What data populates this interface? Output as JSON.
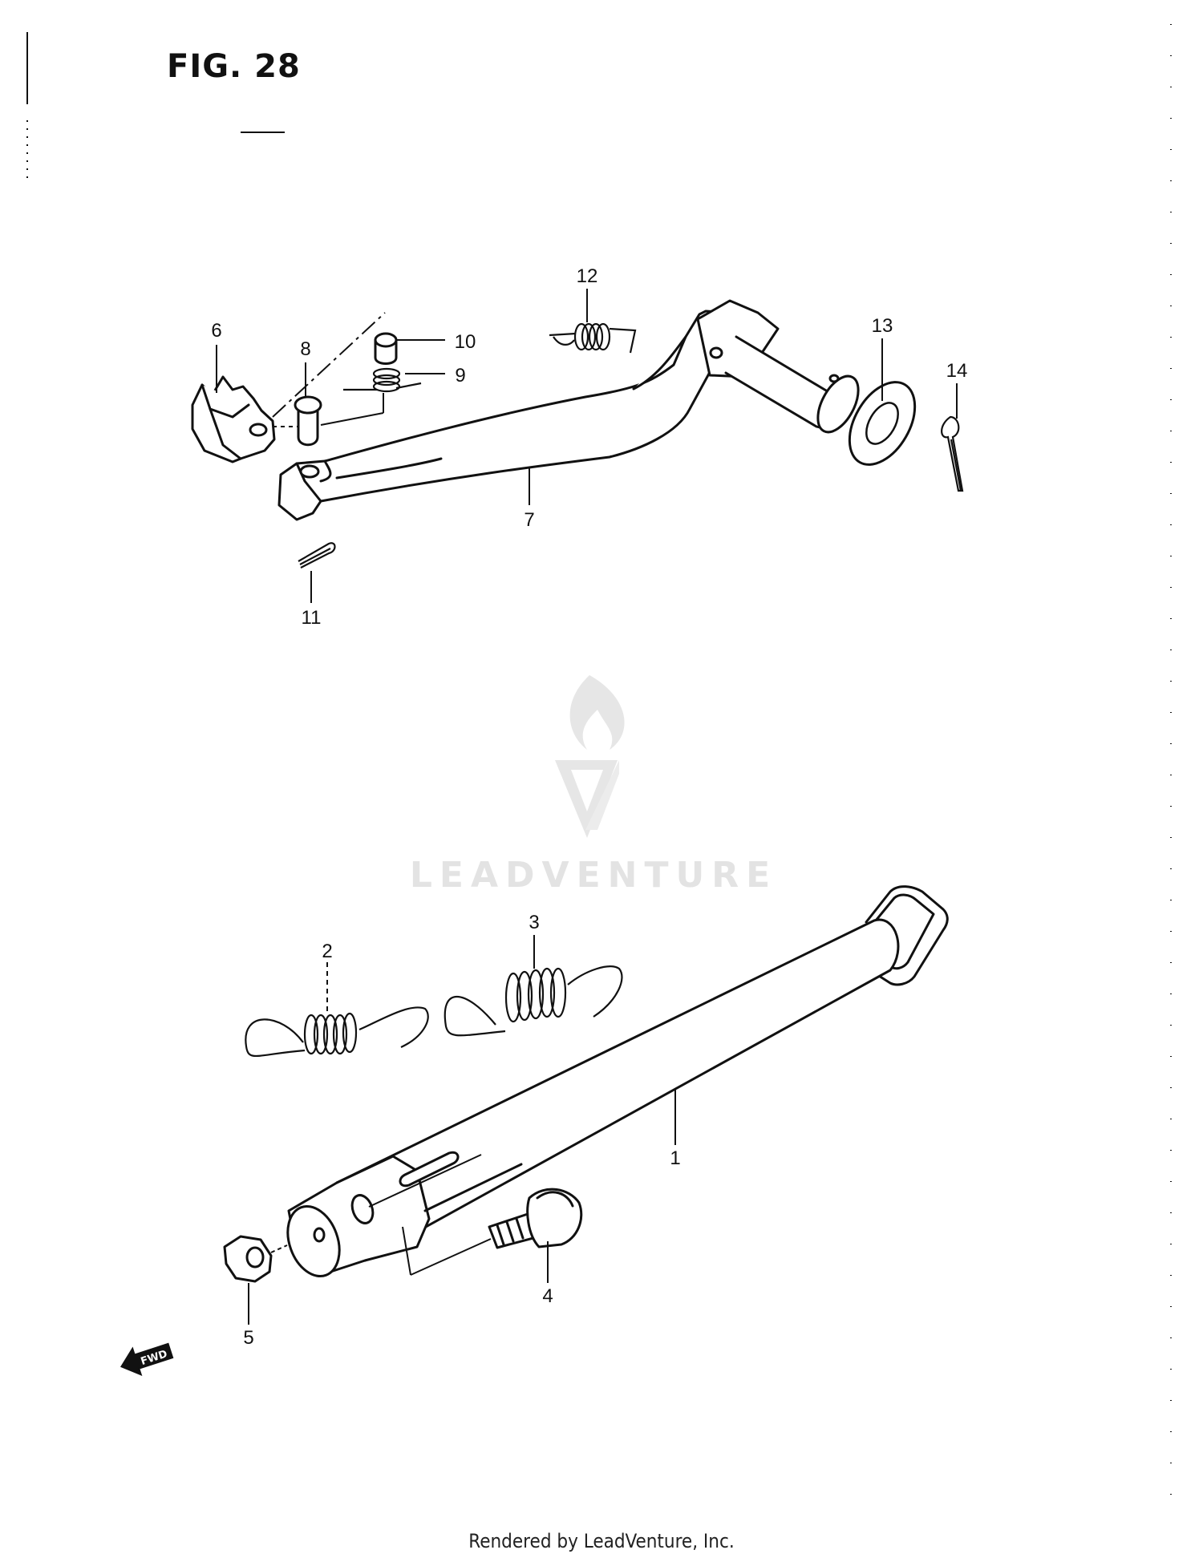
{
  "figure": {
    "title": "FIG. 28"
  },
  "watermark": {
    "brand": "LEADVENTURE"
  },
  "direction_marker": {
    "label": "FWD"
  },
  "callouts": {
    "p1": "1",
    "p2": "2",
    "p3": "3",
    "p4": "4",
    "p5": "5",
    "p6": "6",
    "p7": "7",
    "p8": "8",
    "p9": "9",
    "p10": "10",
    "p11": "11",
    "p12": "12",
    "p13": "13",
    "p14": "14"
  },
  "footer": {
    "text": "Rendered by LeadVenture, Inc."
  }
}
